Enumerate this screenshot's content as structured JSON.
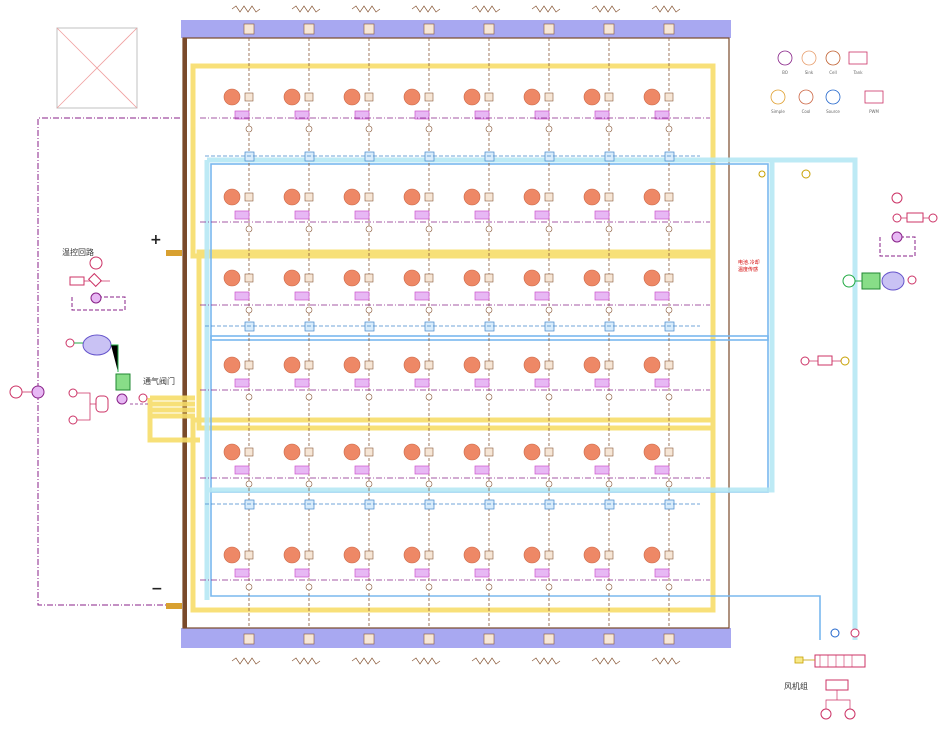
{
  "labels": {
    "plus": "+",
    "minus": "−",
    "left_loop": "温控回路",
    "vent_valve": "通气阀门",
    "fan_group": "风机组",
    "red_note_1": "电池.冷却",
    "red_note_2": "温度传感"
  },
  "grid": {
    "rows": 6,
    "cols": 8
  },
  "legend": {
    "items": [
      "BO",
      "Sink",
      "Cell",
      "Tank",
      "Simple",
      "Cool",
      "Source",
      "PWM"
    ]
  },
  "colors": {
    "module_border": "#7a4a2a",
    "busbar": "#9999ee",
    "yellow_pipe": "#f7dd6a",
    "blue_pipe": "#7ab8ee",
    "cyan_pipe": "#b6e8f4",
    "cell": "#ee8866",
    "sensor": "#cc55cc",
    "signal": "#882288",
    "wire": "#8a5a3a"
  }
}
